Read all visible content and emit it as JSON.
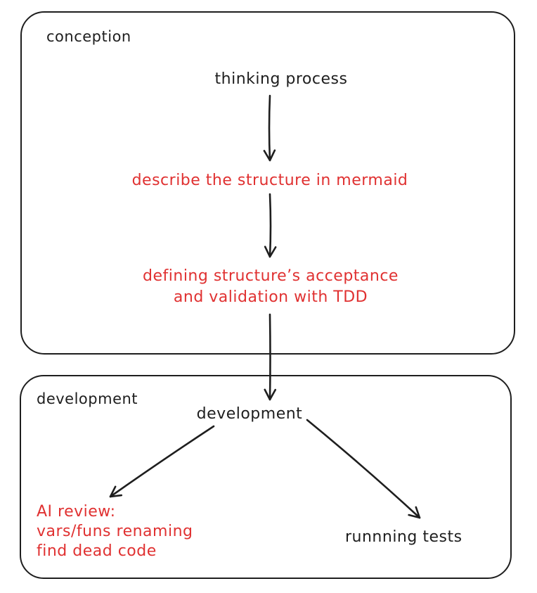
{
  "colors": {
    "stroke": "#1e1e1e",
    "accent_red": "#e03131",
    "background": "#ffffff"
  },
  "conception_frame": {
    "label": "conception",
    "nodes": {
      "thinking_process": "thinking process",
      "describe_structure": "describe the structure in mermaid",
      "defining_tdd_line1": "defining structure’s acceptance",
      "defining_tdd_line2": "and validation with TDD"
    }
  },
  "development_frame": {
    "label": "development",
    "nodes": {
      "development": "development",
      "ai_review_line1": "AI review:",
      "ai_review_line2": "vars/funs renaming",
      "ai_review_line3": "find dead code",
      "running_tests": "runnning tests"
    }
  },
  "arrows": {
    "thinking_to_describe": "arrow from thinking process to describe the structure in mermaid",
    "describe_to_defining": "arrow from describe the structure in mermaid to defining structure's acceptance",
    "defining_to_development": "arrow from conception frame into development node",
    "development_to_ai_review": "arrow from development to AI review",
    "development_to_running_tests": "arrow from development to runnning tests"
  }
}
